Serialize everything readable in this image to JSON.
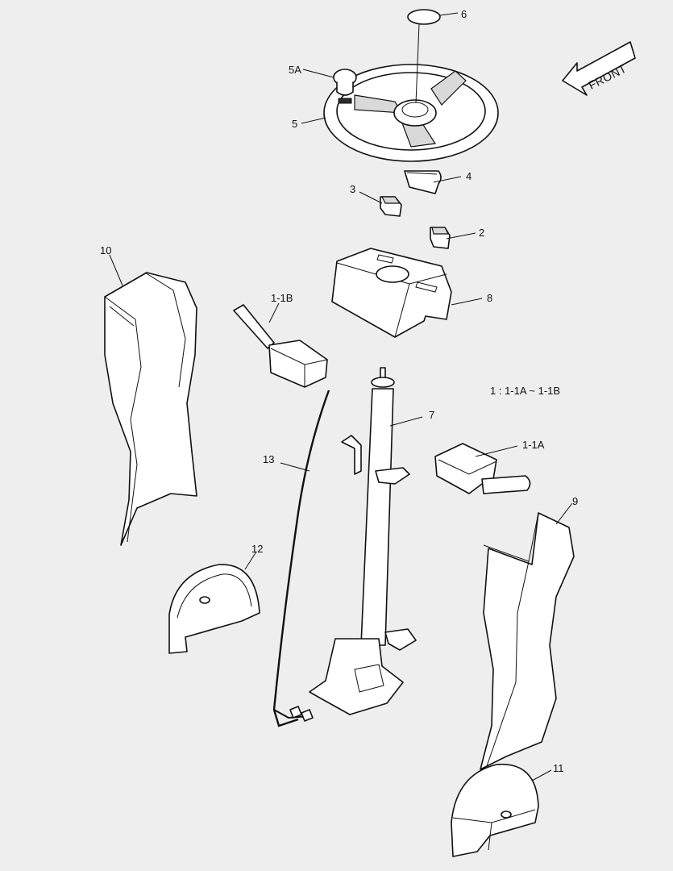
{
  "front_label": "FRONT",
  "note": "1 : 1-1A ~ 1-1B",
  "callouts": {
    "c6": "6",
    "c5A": "5A",
    "c5": "5",
    "c4": "4",
    "c3": "3",
    "c2": "2",
    "c10": "10",
    "c8": "8",
    "c1_1B": "1-1B",
    "c7": "7",
    "c13": "13",
    "c1_1A": "1-1A",
    "c9": "9",
    "c12": "12",
    "c11": "11"
  }
}
